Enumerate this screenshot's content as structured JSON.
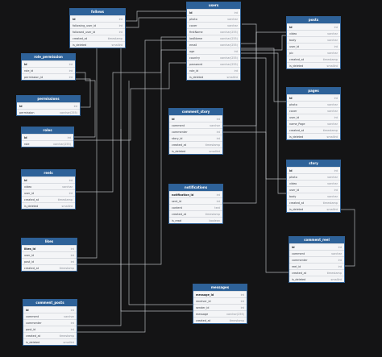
{
  "tables": [
    {
      "id": "follows",
      "name": "follows",
      "columns": [
        {
          "name": "id",
          "type": "int",
          "pk": true
        },
        {
          "name": "following_user_id",
          "type": "int"
        },
        {
          "name": "followed_user_id",
          "type": "int"
        },
        {
          "name": "created_at",
          "type": "timestamp"
        },
        {
          "name": "is_deleted",
          "type": "smallint"
        }
      ]
    },
    {
      "id": "users",
      "name": "users",
      "columns": [
        {
          "name": "id",
          "type": "int",
          "pk": true
        },
        {
          "name": "photo",
          "type": "varchar"
        },
        {
          "name": "cover",
          "type": "varchar"
        },
        {
          "name": "firstName",
          "type": "varchar(255)"
        },
        {
          "name": "lastName",
          "type": "varchar(255)"
        },
        {
          "name": "email",
          "type": "varchar(255)"
        },
        {
          "name": "age",
          "type": "int"
        },
        {
          "name": "country",
          "type": "varchar(255)"
        },
        {
          "name": "password",
          "type": "varchar(255)"
        },
        {
          "name": "role_id",
          "type": "int"
        },
        {
          "name": "is_deleted",
          "type": "smallint"
        }
      ]
    },
    {
      "id": "posts",
      "name": "posts",
      "columns": [
        {
          "name": "id",
          "type": "int",
          "pk": true
        },
        {
          "name": "video",
          "type": "varchar"
        },
        {
          "name": "body",
          "type": "varchar"
        },
        {
          "name": "user_id",
          "type": "int"
        },
        {
          "name": "pic",
          "type": "varchar"
        },
        {
          "name": "created_at",
          "type": "timestamp"
        },
        {
          "name": "is_deleted",
          "type": "smallint"
        }
      ]
    },
    {
      "id": "role_permission",
      "name": "role_permission",
      "columns": [
        {
          "name": "id",
          "type": "int",
          "pk": true
        },
        {
          "name": "role_id",
          "type": "int"
        },
        {
          "name": "permission_id",
          "type": "int"
        }
      ]
    },
    {
      "id": "permissions",
      "name": "permissions",
      "columns": [
        {
          "name": "id",
          "type": "int",
          "pk": true
        },
        {
          "name": "permission",
          "type": "varchar(255)"
        }
      ]
    },
    {
      "id": "roles",
      "name": "roles",
      "columns": [
        {
          "name": "id",
          "type": "int",
          "pk": true
        },
        {
          "name": "role",
          "type": "varchar(255)"
        }
      ]
    },
    {
      "id": "pages",
      "name": "pages",
      "columns": [
        {
          "name": "id",
          "type": "int",
          "pk": true
        },
        {
          "name": "photo",
          "type": "varchar"
        },
        {
          "name": "cover",
          "type": "varchar"
        },
        {
          "name": "user_id",
          "type": "int"
        },
        {
          "name": "name_Page",
          "type": "varchar"
        },
        {
          "name": "created_at",
          "type": "timestamp"
        },
        {
          "name": "is_deleted",
          "type": "smallint"
        }
      ]
    },
    {
      "id": "comment_story",
      "name": "comment_story",
      "columns": [
        {
          "name": "id",
          "type": "int",
          "pk": true
        },
        {
          "name": "comment",
          "type": "varchar"
        },
        {
          "name": "commenter",
          "type": "int"
        },
        {
          "name": "story_id",
          "type": "int"
        },
        {
          "name": "created_at",
          "type": "timestamp"
        },
        {
          "name": "is_deleted",
          "type": "smallint"
        }
      ]
    },
    {
      "id": "story",
      "name": "story",
      "columns": [
        {
          "name": "id",
          "type": "int",
          "pk": true
        },
        {
          "name": "photo",
          "type": "varchar"
        },
        {
          "name": "video",
          "type": "varchar"
        },
        {
          "name": "user_id",
          "type": "int"
        },
        {
          "name": "body",
          "type": "varchar"
        },
        {
          "name": "created_at",
          "type": "timestamp"
        },
        {
          "name": "is_deleted",
          "type": "smallint"
        }
      ]
    },
    {
      "id": "reels",
      "name": "reels",
      "columns": [
        {
          "name": "id",
          "type": "int",
          "pk": true
        },
        {
          "name": "video",
          "type": "varchar"
        },
        {
          "name": "user_id",
          "type": "int"
        },
        {
          "name": "created_at",
          "type": "timestamp"
        },
        {
          "name": "is_deleted",
          "type": "smallint"
        }
      ]
    },
    {
      "id": "notifications",
      "name": "notifications",
      "columns": [
        {
          "name": "notification_id",
          "type": "int",
          "pk": true
        },
        {
          "name": "sent_id",
          "type": "int"
        },
        {
          "name": "content",
          "type": "text"
        },
        {
          "name": "created_at",
          "type": "timestamp"
        },
        {
          "name": "is_read",
          "type": "boolean"
        }
      ]
    },
    {
      "id": "likes",
      "name": "likes",
      "columns": [
        {
          "name": "likes_id",
          "type": "int",
          "pk": true
        },
        {
          "name": "user_id",
          "type": "int"
        },
        {
          "name": "post_id",
          "type": "int"
        },
        {
          "name": "created_at",
          "type": "timestamp"
        }
      ]
    },
    {
      "id": "comment_reel",
      "name": "comment_reel",
      "columns": [
        {
          "name": "id",
          "type": "int",
          "pk": true
        },
        {
          "name": "comment",
          "type": "varchar"
        },
        {
          "name": "commenter",
          "type": "int"
        },
        {
          "name": "reel_id",
          "type": "int"
        },
        {
          "name": "created_at",
          "type": "timestamp"
        },
        {
          "name": "is_deleted",
          "type": "smallint"
        }
      ]
    },
    {
      "id": "messages",
      "name": "messages",
      "columns": [
        {
          "name": "message_id",
          "type": "int",
          "pk": true
        },
        {
          "name": "receiver_id",
          "type": "int"
        },
        {
          "name": "sender_id",
          "type": "int"
        },
        {
          "name": "message",
          "type": "varchar(255)"
        },
        {
          "name": "created_at",
          "type": "timestamp"
        }
      ]
    },
    {
      "id": "comment_posts",
      "name": "comment_posts",
      "columns": [
        {
          "name": "id",
          "type": "int",
          "pk": true
        },
        {
          "name": "comment",
          "type": "varchar"
        },
        {
          "name": "commenter",
          "type": "int"
        },
        {
          "name": "post_id",
          "type": "int"
        },
        {
          "name": "created_at",
          "type": "timestamp"
        },
        {
          "name": "is_deleted",
          "type": "smallint"
        }
      ]
    }
  ],
  "colors": {
    "background": "#141415",
    "header": "#2e6299",
    "body": "#f4f5f7",
    "connector": "#c9ccd1"
  }
}
